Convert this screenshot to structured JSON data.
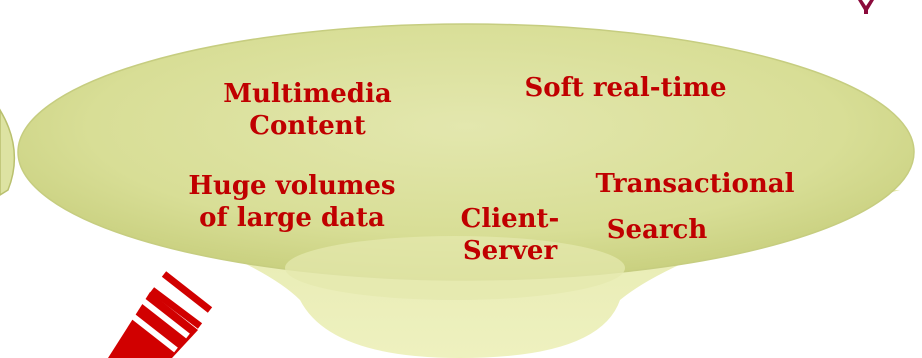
{
  "diagram": {
    "colors": {
      "funnel_fill": "#d9df9a",
      "funnel_edge": "#c6cd80",
      "label_text": "#c00000",
      "title_fragment": "#8b0a3c",
      "arrow_stripe": "#d10000"
    },
    "labels": {
      "multimedia": [
        "Multimedia",
        "Content"
      ],
      "soft_real_time": [
        "Soft real-time"
      ],
      "transactional": [
        "Transactional"
      ],
      "huge_volumes": [
        "Huge volumes",
        "of large data"
      ],
      "client_server": [
        "Client-",
        "Server"
      ],
      "search": [
        "Search"
      ]
    }
  }
}
